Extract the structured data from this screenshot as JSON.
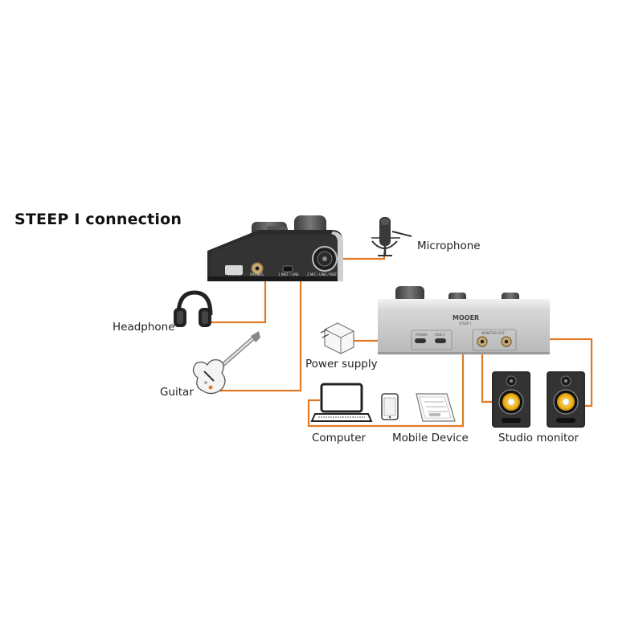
{
  "title": "STEEP I connection",
  "labels": {
    "microphone": "Microphone",
    "headphone": "Headphone",
    "guitar": "Guitar",
    "power_supply": "Power supply",
    "computer": "Computer",
    "mobile_device": "Mobile Device",
    "studio_monitor": "Studio monitor"
  },
  "device_side": {
    "volume": "VOLUME",
    "phones": "PHONES",
    "input1": "1 INST / LINE",
    "input2": "2 MIC / LINE / INST"
  },
  "device_back": {
    "brand": "MOOER",
    "model": "STEEP I",
    "port1": "POWER",
    "port2": "USB-C",
    "monitor_out": "MONITOR OUT"
  },
  "colors": {
    "cable": "#e07a24",
    "device_dark": "#2b2b2b",
    "device_silver": "#c9c9c9",
    "woofer": "#f2b81c"
  }
}
